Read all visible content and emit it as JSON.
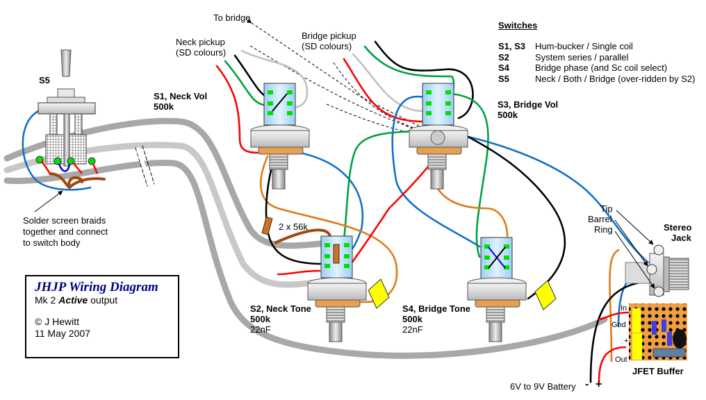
{
  "diagram": {
    "title": "JHJP Wiring Diagram",
    "subtitle_prefix": "Mk 2 ",
    "subtitle_emphasis": "Active",
    "subtitle_suffix": " output",
    "author": "© J Hewitt",
    "date": "11 May 2007"
  },
  "switch_legend": {
    "heading": "Switches",
    "rows": [
      {
        "key": "S1, S3",
        "desc": "Hum-bucker / Single coil"
      },
      {
        "key": "S2",
        "desc": "System series / parallel"
      },
      {
        "key": "S4",
        "desc": "Bridge phase (and Sc coil select)"
      },
      {
        "key": "S5",
        "desc": "Neck / Both / Bridge (over-ridden by S2)"
      }
    ]
  },
  "labels": {
    "to_bridge": "To bridge",
    "neck_pickup": "Neck pickup",
    "neck_pickup_sub": "(SD colours)",
    "bridge_pickup": "Bridge pickup",
    "bridge_pickup_sub": "(SD colours)",
    "s5": "S5",
    "solder_note_1": "Solder screen braids",
    "solder_note_2": "together and connect",
    "solder_note_3": "to switch body",
    "resistors": "2 x 56k",
    "tip": "Tip",
    "barrel": "Barrel",
    "ring": "Ring",
    "jack_1": "Stereo",
    "jack_2": "Jack",
    "buffer": "JFET Buffer",
    "buf_in": "In",
    "buf_gnd": "Gnd",
    "buf_plus": "+",
    "buf_out": "Out",
    "battery": "6V to 9V Battery",
    "battery_minus": "-",
    "battery_plus": "+"
  },
  "pots": [
    {
      "id": "S1",
      "name": "S1, Neck Vol",
      "value": "500k",
      "cap": ""
    },
    {
      "id": "S3",
      "name": "S3, Bridge Vol",
      "value": "500k",
      "cap": ""
    },
    {
      "id": "S2",
      "name": "S2, Neck Tone",
      "value": "500k",
      "cap": "22nF"
    },
    {
      "id": "S4",
      "name": "S4, Bridge Tone",
      "value": "500k",
      "cap": "22nF"
    }
  ],
  "colors": {
    "wire_red": "#ff0000",
    "wire_green": "#00a040",
    "wire_black": "#000000",
    "wire_grey": "#c0c0c0",
    "wire_blue": "#1070c8",
    "wire_orange": "#e07818",
    "wire_brown": "#a04810",
    "lug_green": "#00e000",
    "switch_body": "#a8d8f8",
    "capacitor": "#ffff00",
    "veroboard": "#f0a040",
    "title_navy": "#000080"
  }
}
